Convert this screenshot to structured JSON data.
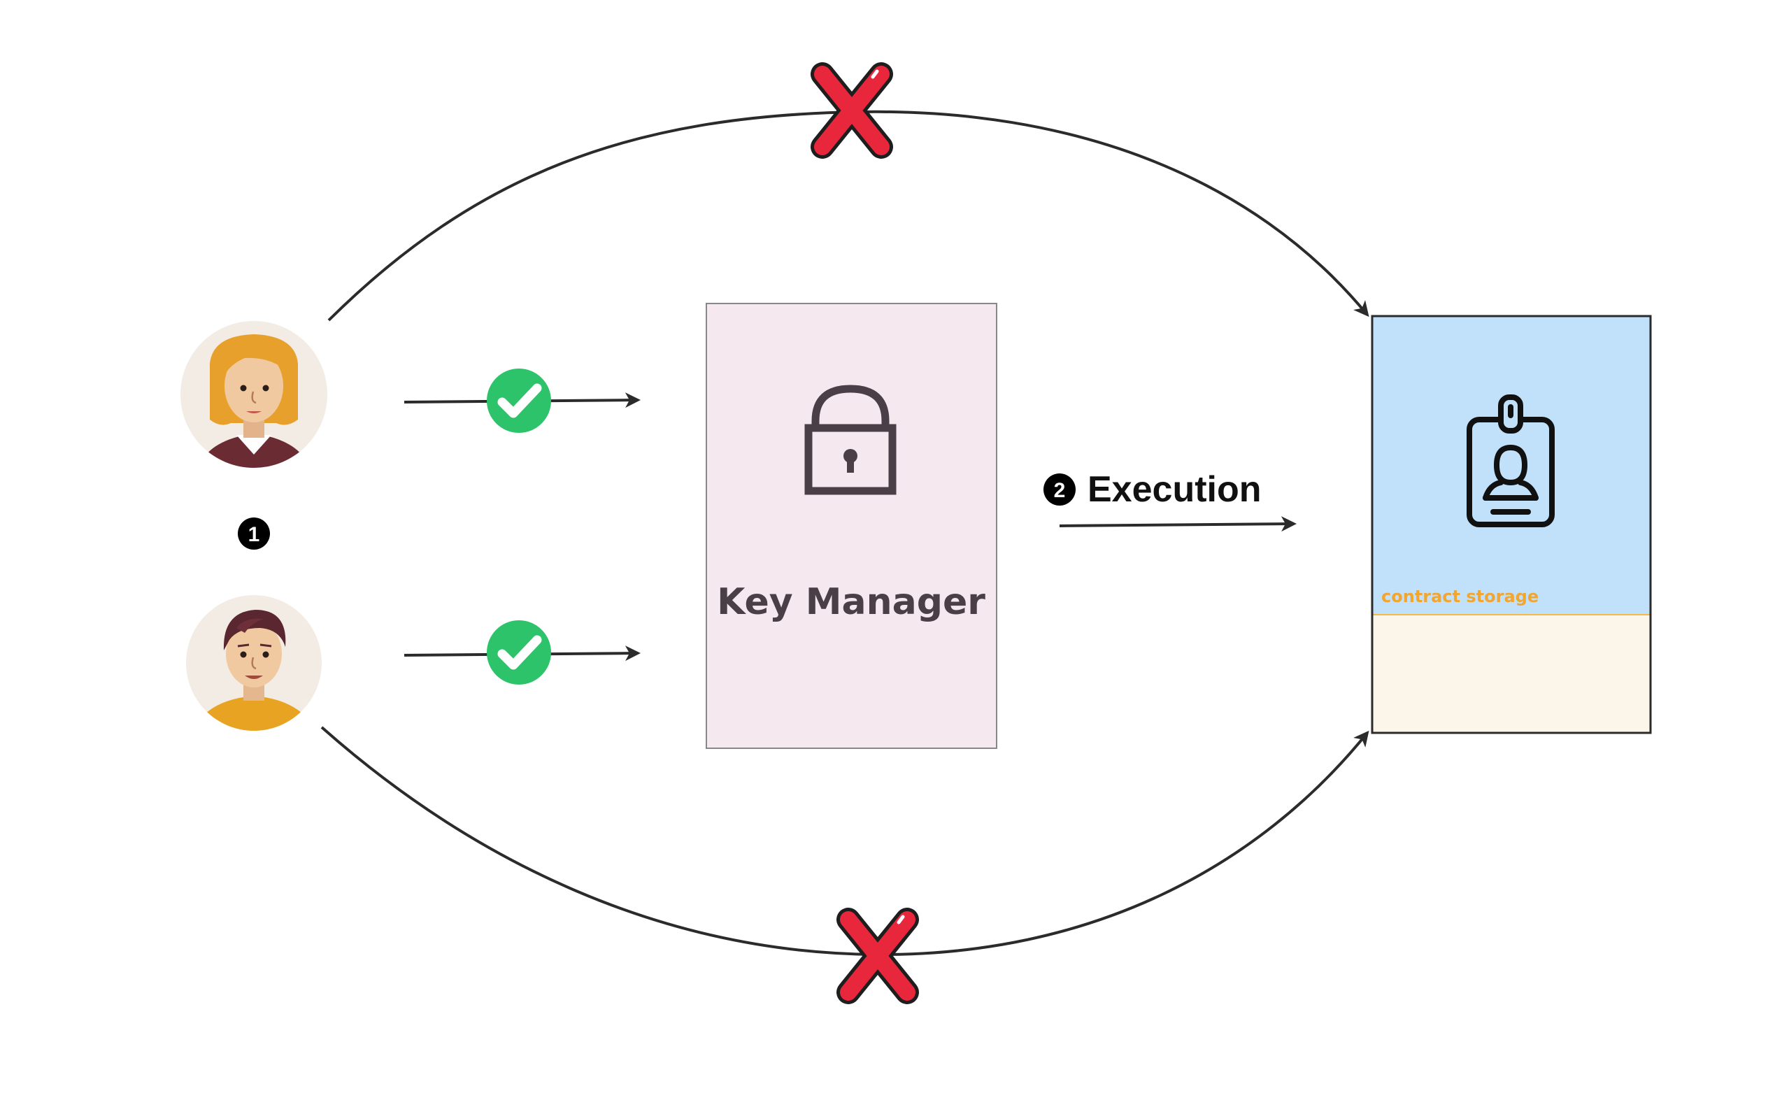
{
  "key_manager": {
    "label": "Key Manager",
    "lock_icon": "lock-icon",
    "fill": "#f5e8ee",
    "stroke": "#888888"
  },
  "steps": {
    "step1_number": "1",
    "step2_number": "2",
    "execution_label": "Execution"
  },
  "contract": {
    "storage_label": "contract storage",
    "badge_icon": "id-badge-icon",
    "top_fill": "#c0e1f9",
    "bottom_fill": "#fcf5ea",
    "divider_color": "#f5b948",
    "label_color": "#f0a630"
  },
  "icons": {
    "allowed": "check-circle-icon",
    "denied": "red-x-icon",
    "user_female": "female-avatar",
    "user_male": "male-avatar"
  },
  "colors": {
    "check_green": "#2dc36a",
    "deny_red": "#e8273d",
    "line": "#2b2b2b",
    "text_dark": "#4a3f46"
  }
}
